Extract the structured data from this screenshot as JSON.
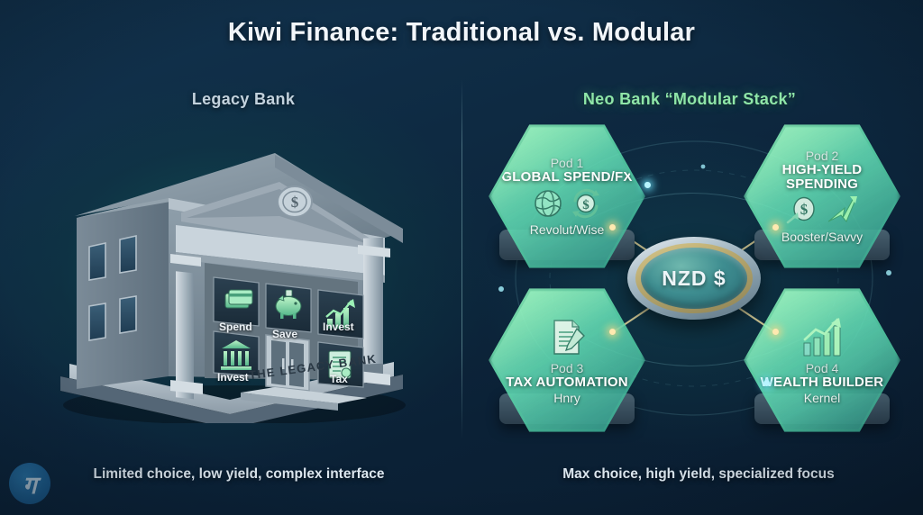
{
  "title": "Kiwi Finance: Traditional vs. Modular",
  "colors": {
    "accent_green": "#8fe6a8",
    "legacy_header": "#c3d2dd",
    "background": "#0d2740",
    "node_cyan": "#b8f4ff",
    "node_gold": "#ffe9b0"
  },
  "left_panel": {
    "header": "Legacy Bank",
    "building_sign": "THE LEGACY BANK",
    "pediment_emblem": "$",
    "features": [
      {
        "label": "Spend",
        "icon": "credit-cards-icon"
      },
      {
        "label": "Save",
        "icon": "piggy-bank-icon"
      },
      {
        "label": "Invest",
        "icon": "bar-chart-growth-icon"
      },
      {
        "label": "Invest",
        "icon": "bank-columns-icon"
      },
      {
        "label": "Tax",
        "icon": "tax-document-icon"
      }
    ],
    "caption": "Limited choice, low yield, complex interface"
  },
  "right_panel": {
    "header": "Neo Bank “Modular Stack”",
    "hub": {
      "label": "NZD $"
    },
    "pods": [
      {
        "number": "Pod 1",
        "title": "GLOBAL SPEND/FX",
        "providers": "Revolut/Wise",
        "icons": [
          "globe-icon",
          "currency-exchange-icon"
        ],
        "icon_position": "middle"
      },
      {
        "number": "Pod 2",
        "title": "HIGH-YIELD SPENDING",
        "title_line1": "HIGH-YIELD",
        "title_line2": "SPENDING",
        "providers": "Booster/Savvy",
        "icons": [
          "coin-dollar-icon",
          "growth-arrow-icon"
        ],
        "icon_position": "middle"
      },
      {
        "number": "Pod 3",
        "title": "TAX AUTOMATION",
        "providers": "Hnry",
        "icons": [
          "document-pencil-icon"
        ],
        "icon_position": "top"
      },
      {
        "number": "Pod 4",
        "title": "WEALTH BUILDER",
        "providers": "Kernel",
        "icons": [
          "bar-chart-arrow-icon"
        ],
        "icon_position": "top"
      }
    ],
    "caption": "Max choice, high yield, specialized focus"
  },
  "watermark": {
    "glyph": "ग"
  }
}
